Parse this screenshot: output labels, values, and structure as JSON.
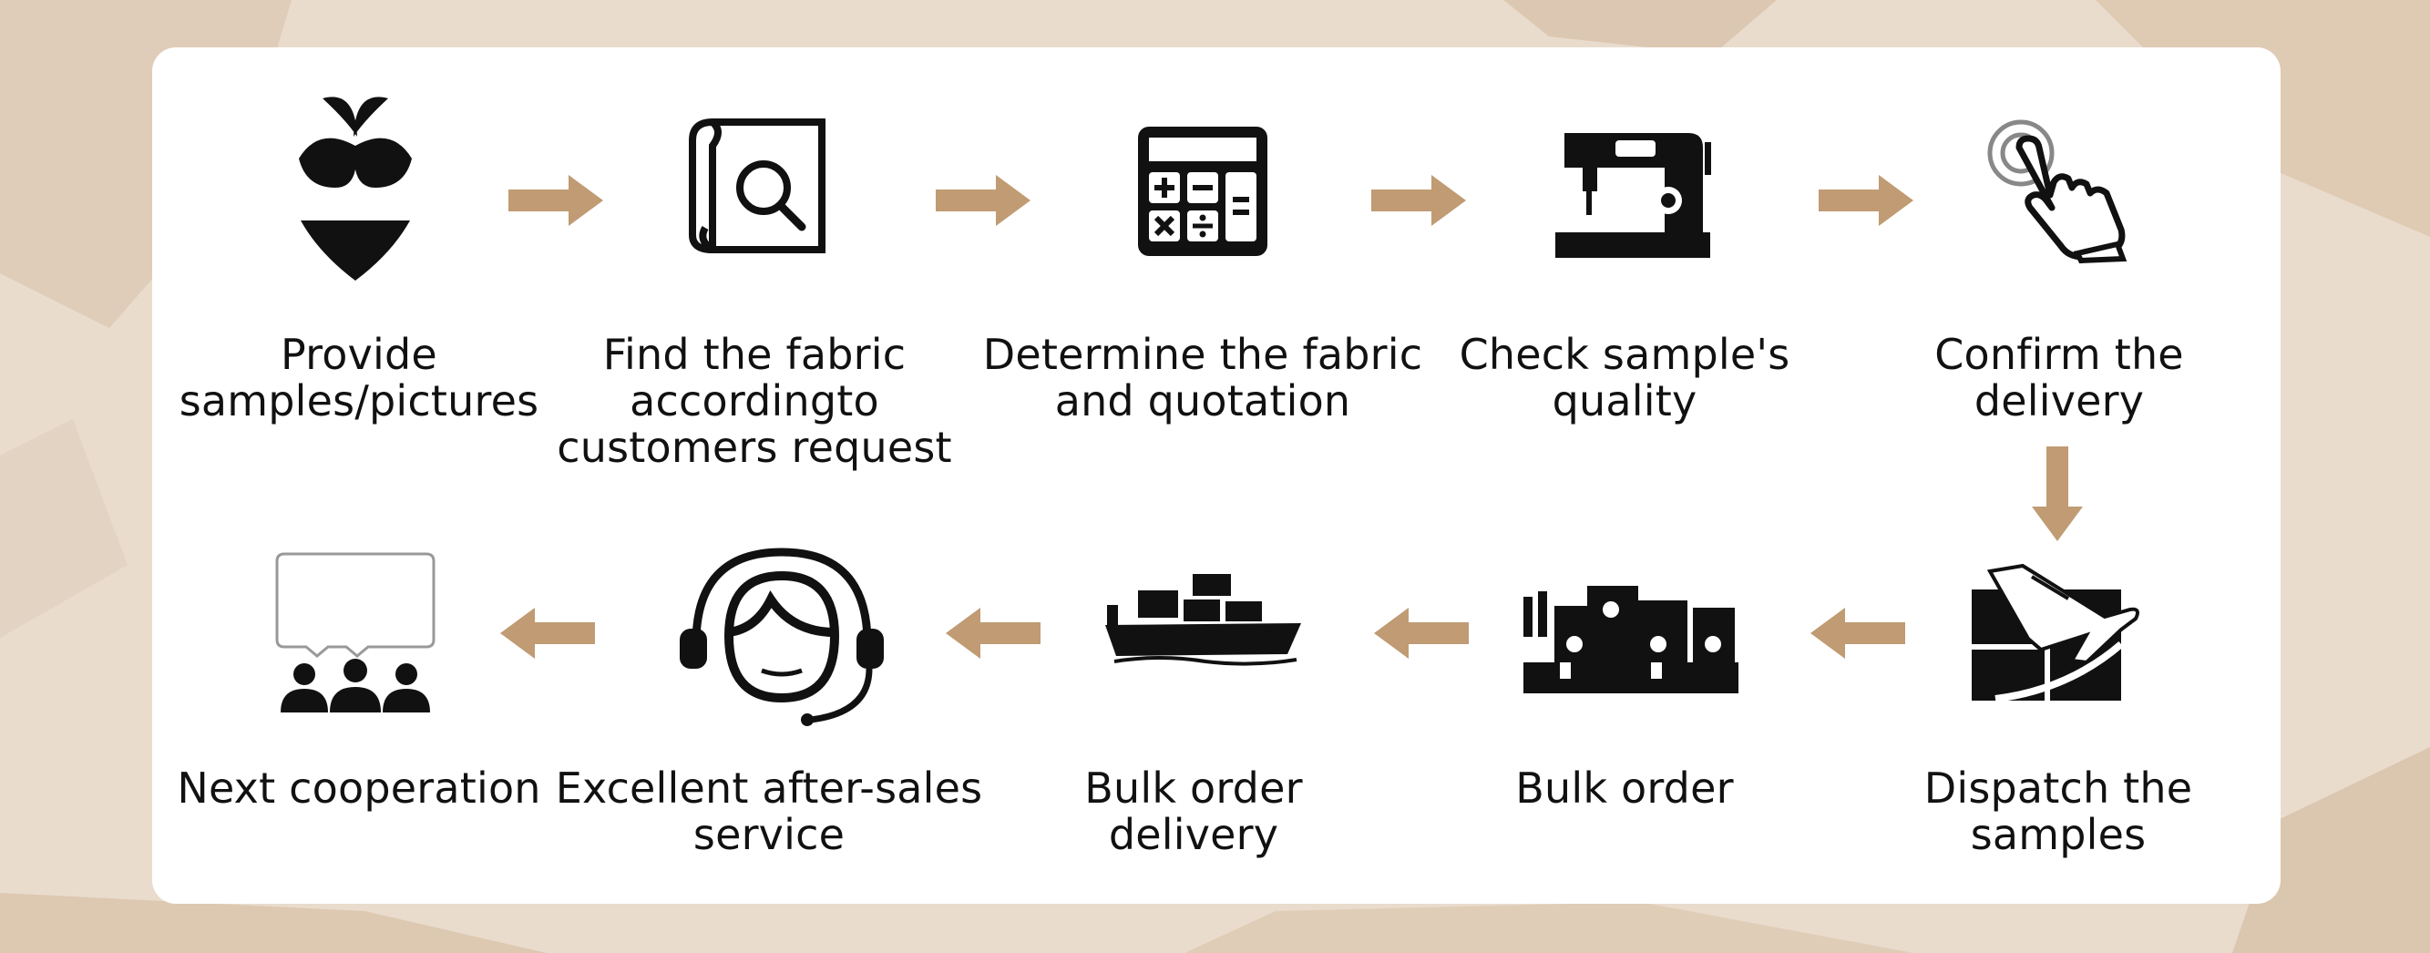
{
  "colors": {
    "arrow": "#c09b73",
    "card": "#ffffff",
    "icon": "#111111",
    "background": "#e9dccd"
  },
  "steps": [
    {
      "id": "provide-samples",
      "label": "Provide\nsamples/pictures",
      "icon": "bikini-icon"
    },
    {
      "id": "find-fabric",
      "label": "Find the fabric\naccordingto\ncustomers request",
      "icon": "blueprint-search-icon"
    },
    {
      "id": "determine-fabric",
      "label": "Determine the fabric\nand quotation",
      "icon": "calculator-icon"
    },
    {
      "id": "check-quality",
      "label": "Check sample's\nquality",
      "icon": "sewing-machine-icon"
    },
    {
      "id": "confirm-delivery",
      "label": "Confirm the\ndelivery",
      "icon": "hand-click-icon"
    },
    {
      "id": "dispatch-samples",
      "label": "Dispatch the\nsamples",
      "icon": "airplane-cargo-icon"
    },
    {
      "id": "bulk-order",
      "label": "Bulk order",
      "icon": "sewing-factory-icon"
    },
    {
      "id": "bulk-order-delivery",
      "label": "Bulk order\ndelivery",
      "icon": "cargo-ship-icon"
    },
    {
      "id": "after-sales",
      "label": "Excellent after-sales\nservice",
      "icon": "headset-agent-icon"
    },
    {
      "id": "next-cooperation",
      "label": "Next cooperation",
      "icon": "group-chat-icon"
    }
  ]
}
